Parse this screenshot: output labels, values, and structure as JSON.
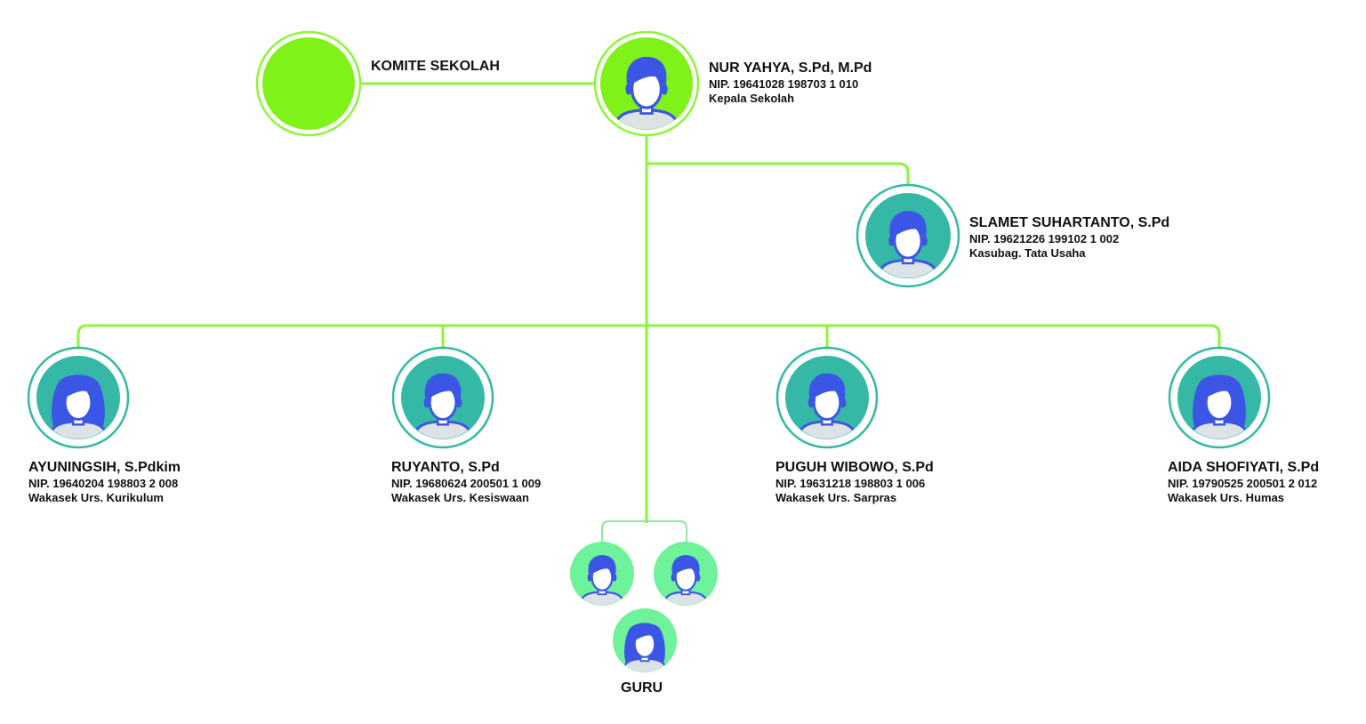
{
  "committee": {
    "label": "KOMITE SEKOLAH"
  },
  "head": {
    "name": "NUR YAHYA, S.Pd, M.Pd",
    "nip": "NIP.  19641028 198703 1 010",
    "role": "Kepala Sekolah",
    "avatar": "male-person-icon"
  },
  "admin": {
    "name": "SLAMET SUHARTANTO, S.Pd",
    "nip": "NIP.  19621226 199102 1 002",
    "role": "Kasubag. Tata Usaha",
    "avatar": "male-person-icon"
  },
  "deputies": [
    {
      "name": "AYUNINGSIH, S.Pdkim",
      "nip": "NIP.  19640204 198803 2 008",
      "role": "Wakasek Urs. Kurikulum",
      "avatar": "female-person-icon"
    },
    {
      "name": "RUYANTO, S.Pd",
      "nip": "NIP.  19680624 200501 1 009",
      "role": "Wakasek Urs. Kesiswaan",
      "avatar": "male-person-icon"
    },
    {
      "name": "PUGUH WIBOWO, S.Pd",
      "nip": "NIP.  19631218 198803 1 006",
      "role": "Wakasek Urs. Sarpras",
      "avatar": "male-person-icon"
    },
    {
      "name": "AIDA SHOFIYATI, S.Pd",
      "nip": "NIP.  19790525 200501 2 012",
      "role": "Wakasek Urs. Humas",
      "avatar": "female-person-icon"
    }
  ],
  "teachers": {
    "label": "GURU",
    "avatars": [
      "male-person-icon",
      "male-person-icon",
      "female-person-icon"
    ]
  },
  "colors": {
    "line": "#8ef53a",
    "line_light": "#6fe08a",
    "green": "#7ff21a",
    "teal": "#35b9a6",
    "mint": "#6ef29a",
    "person": "#3b56e4",
    "skin": "#ffffff",
    "shirt": "#dce2e6"
  }
}
